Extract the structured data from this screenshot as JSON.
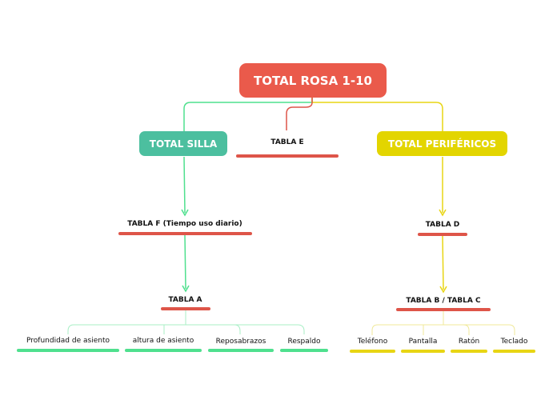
{
  "root": {
    "label": "TOTAL ROSA 1-10"
  },
  "silla": {
    "label": "TOTAL SILLA",
    "tabla_f": "TABLA F (Tiempo uso diario)",
    "tabla_a": "TABLA A",
    "leaves": [
      "Profundidad de asiento",
      "altura de asiento",
      "Reposabrazos",
      "Respaldo"
    ]
  },
  "tabla_e": {
    "label": "TABLA E"
  },
  "perifericos": {
    "label": "TOTAL PERIFÉRICOS",
    "tabla_d": "TABLA D",
    "tabla_bc": "TABLA B / TABLA C",
    "leaves": [
      "Teléfono",
      "Pantalla",
      "Ratón",
      "Teclado"
    ]
  },
  "colors": {
    "root": "#ea5a4b",
    "silla": "#4cbf9f",
    "perifericos": "#e3d500",
    "red": "#de5549",
    "green": "#4fe08e",
    "yellow": "#e8d514"
  }
}
